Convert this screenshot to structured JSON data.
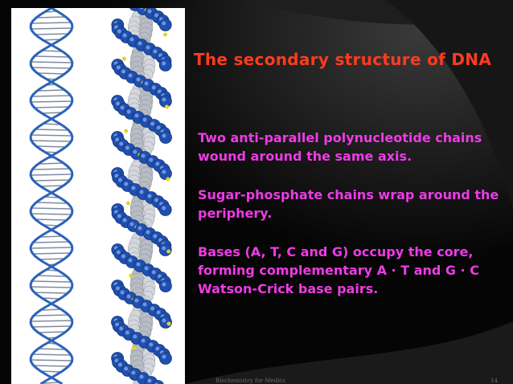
{
  "slide": {
    "title": "The secondary structure of DNA",
    "paragraphs": [
      "Two anti-parallel polynucleotide chains wound around the same axis.",
      "Sugar-phosphate chains wrap around the periphery.",
      "Bases (A, T, C and G) occupy the core, forming complementary A · T and G · C Watson-Crick base pairs."
    ],
    "footer": "Biochemistry for Medics",
    "page_number": "14",
    "colors": {
      "background": "#000000",
      "title": "#ff3b1f",
      "body": "#ee3be6",
      "image_background": "#ffffff"
    }
  },
  "image": {
    "name": "dna-double-helix-illustration"
  }
}
